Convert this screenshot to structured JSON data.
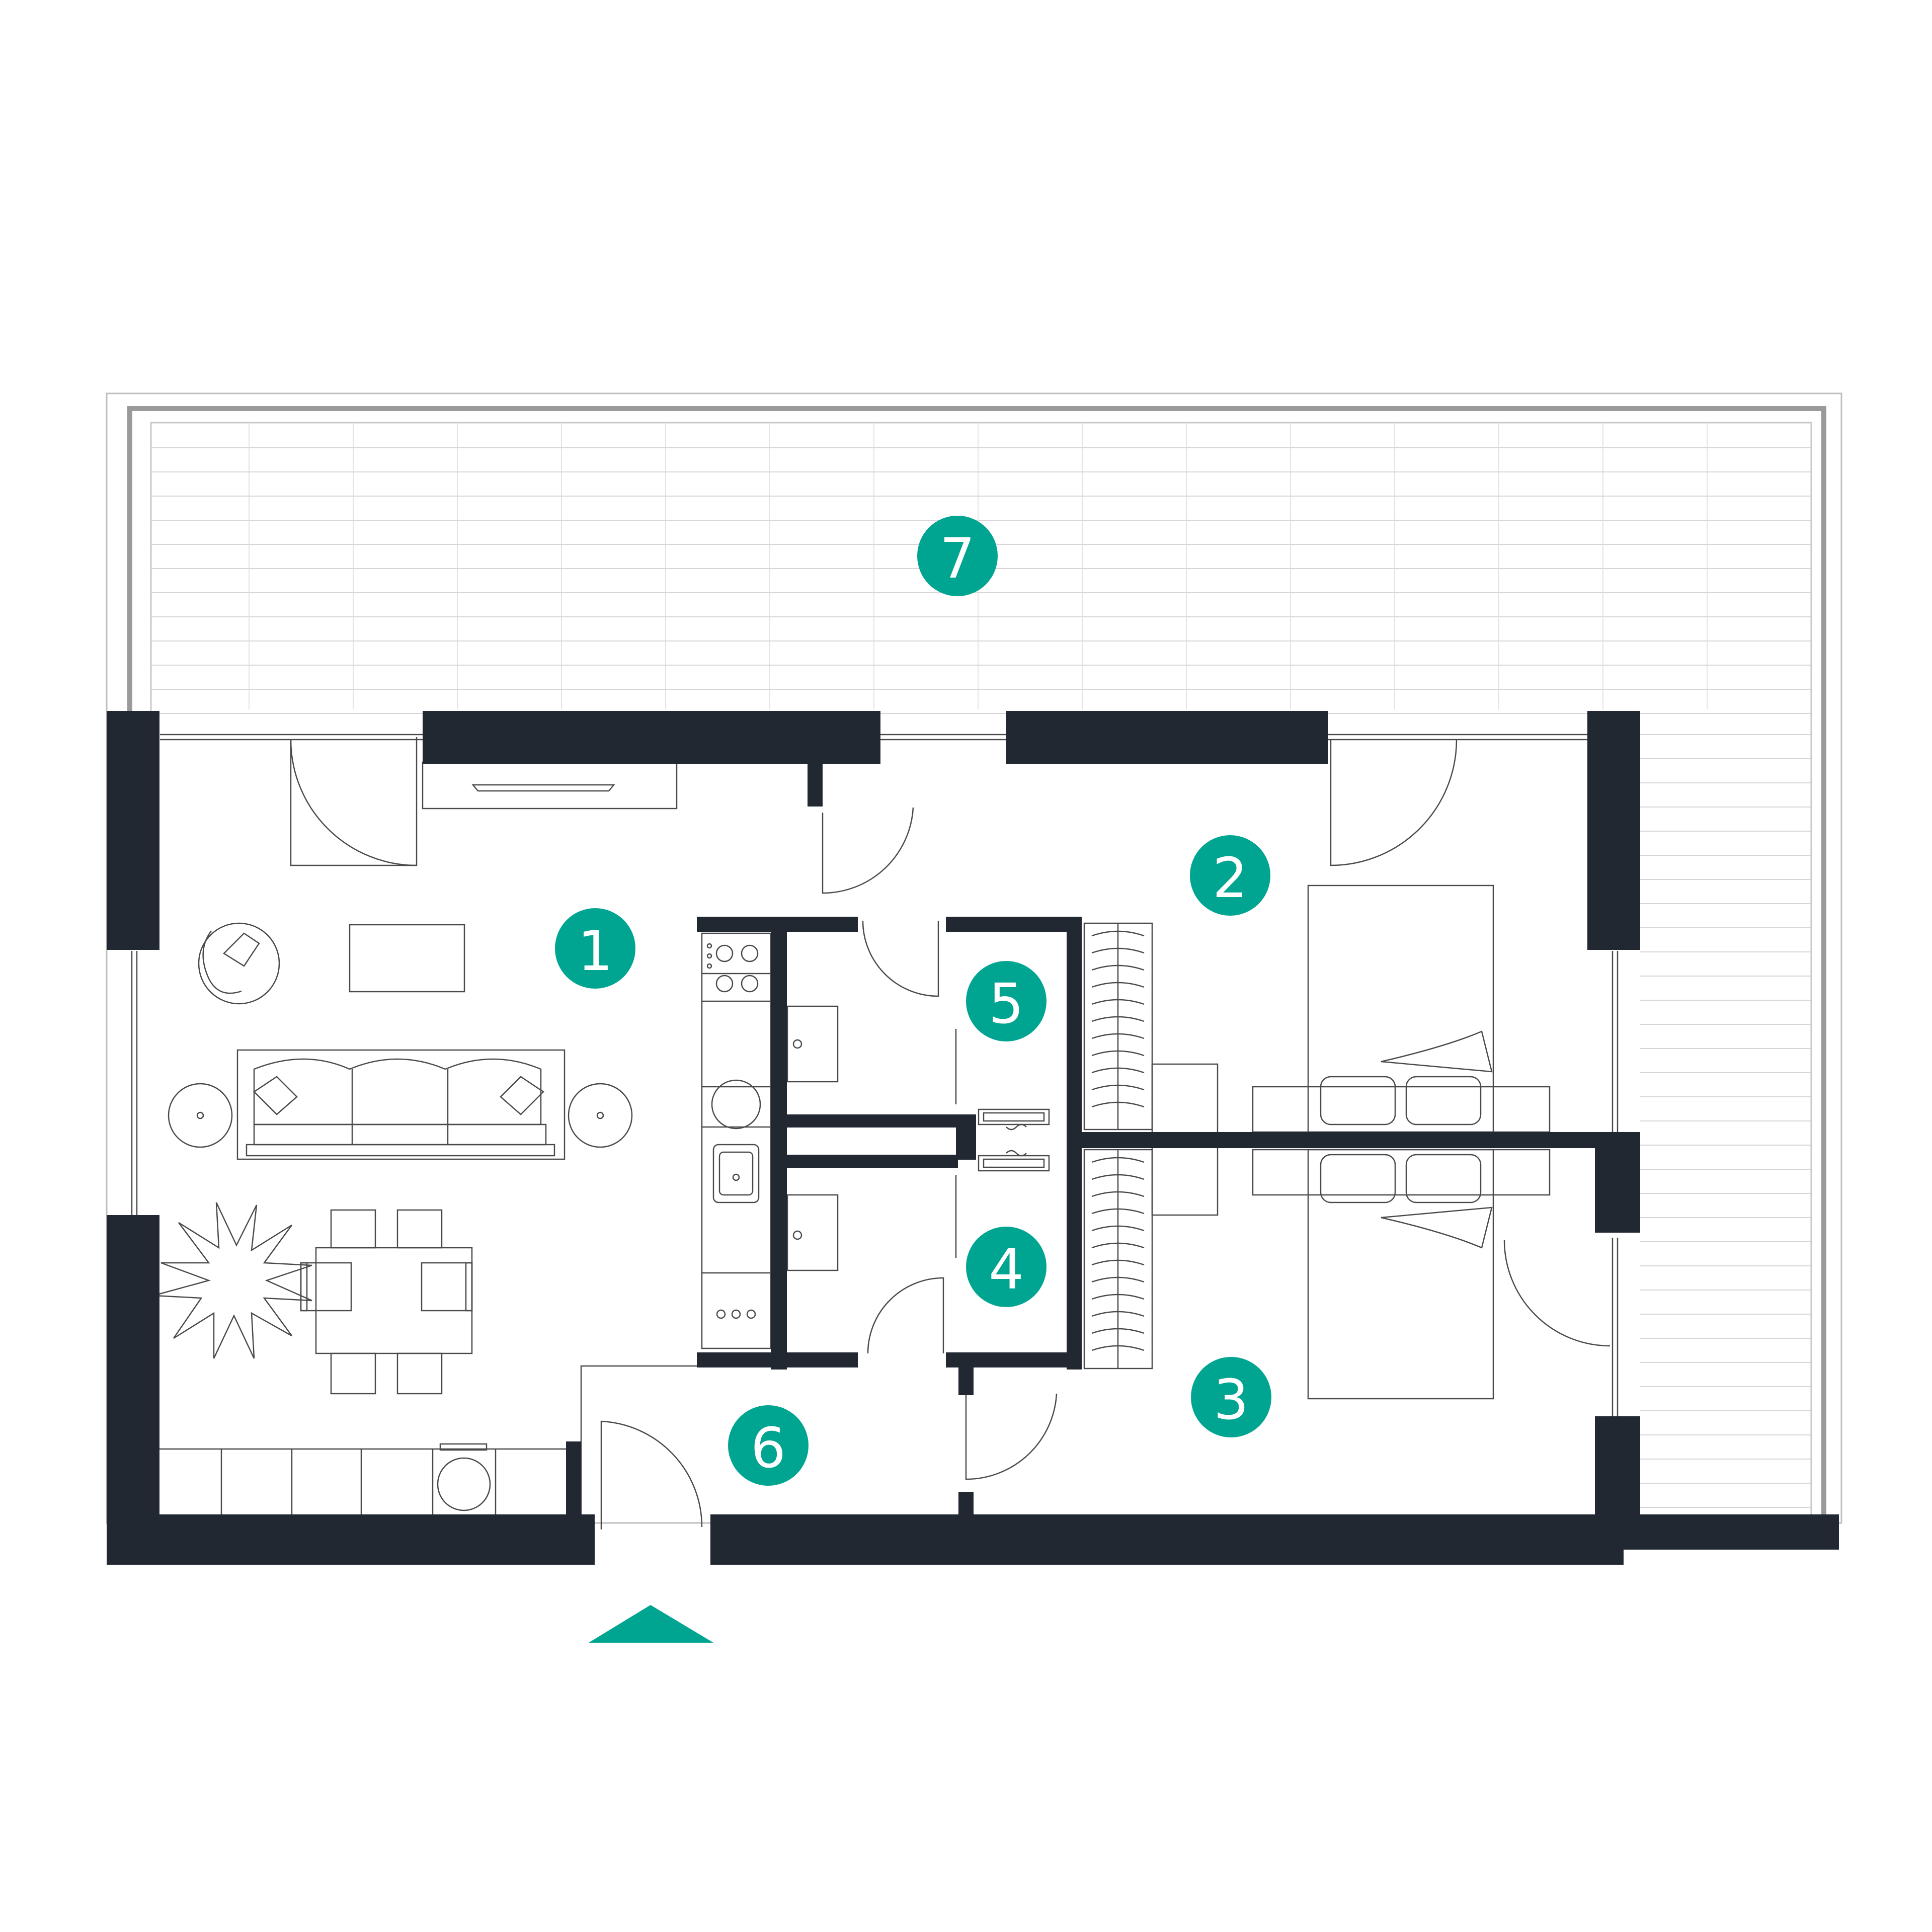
{
  "colors": {
    "wall": "#222831",
    "accent": "#00a591",
    "line": "#4a4a4a",
    "terrace_grid": "#c9c9c9",
    "background": "#ffffff"
  },
  "rooms": [
    {
      "id": "living-kitchen",
      "number": "1"
    },
    {
      "id": "bedroom-north",
      "number": "2"
    },
    {
      "id": "bedroom-south",
      "number": "3"
    },
    {
      "id": "bathroom-south",
      "number": "4"
    },
    {
      "id": "bathroom-north",
      "number": "5"
    },
    {
      "id": "entrance-hall",
      "number": "6"
    },
    {
      "id": "terrace",
      "number": "7"
    }
  ],
  "icons": {
    "entrance": "entrance-arrow-icon"
  }
}
